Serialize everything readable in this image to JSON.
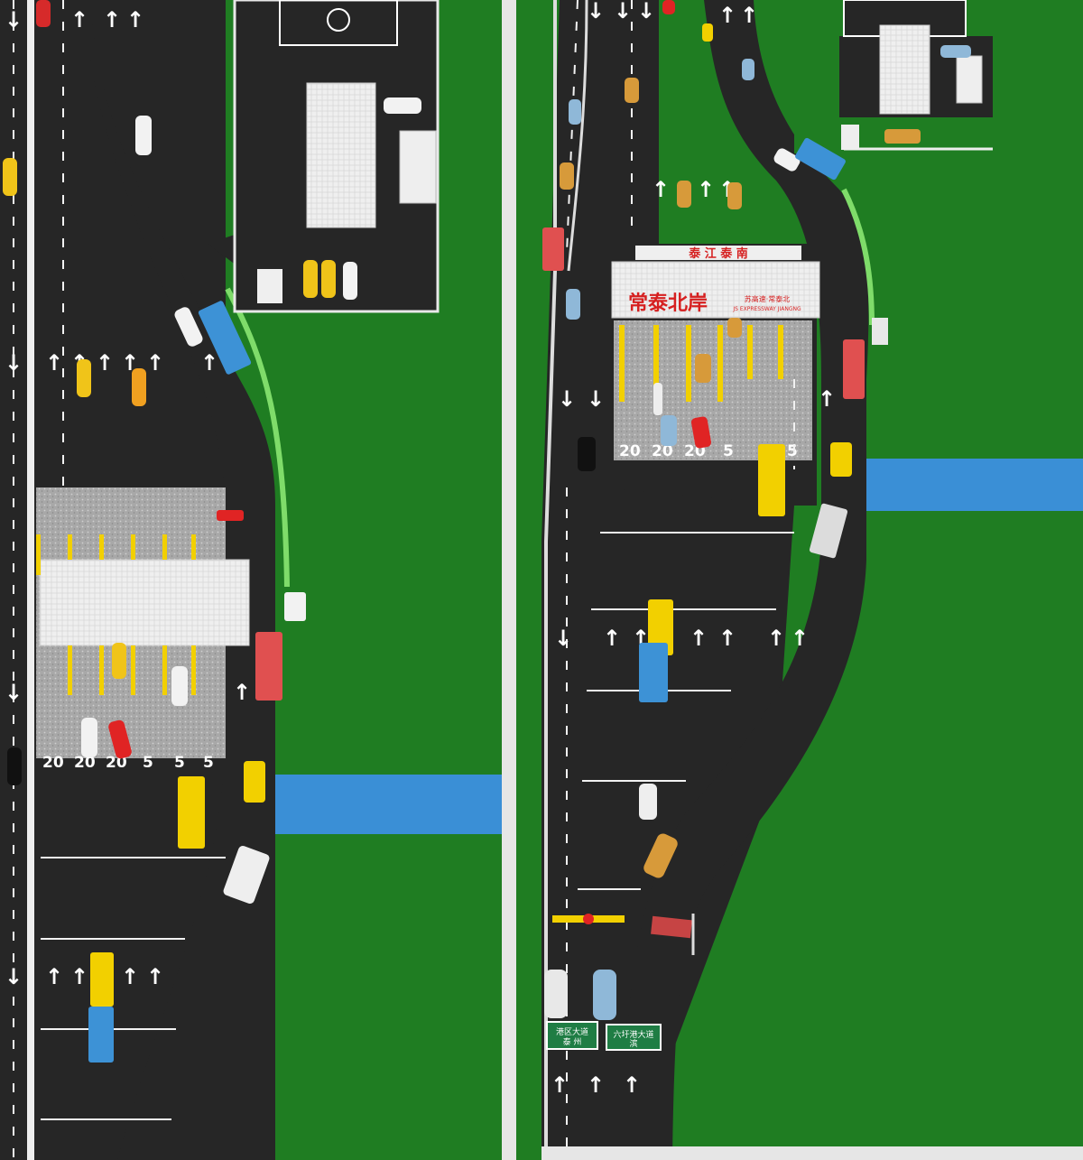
{
  "scene": {
    "description_free": true,
    "grass_color": "#1f7d22",
    "road_color": "#262626",
    "river_color": "#3a8fd6",
    "lane_mark_color": "#f2f2f2",
    "booth_color": "#f2d000"
  },
  "left_panel": {
    "lane_numbers": [
      "20",
      "20",
      "20",
      "5",
      "5",
      "5"
    ]
  },
  "right_panel": {
    "toll_sign_top": "泰 江 泰 南",
    "toll_sign_title": "常泰北岸",
    "toll_sign_sub": "苏高速·常泰北",
    "toll_sign_sub2": "JS EXPRESSWAY JIANGNG",
    "lane_numbers": [
      "20",
      "20",
      "20",
      "5",
      "5"
    ],
    "direction_sign_left_line1": "港区大道",
    "direction_sign_left_line2": "泰 州",
    "direction_sign_right_line1": "六圩港大道",
    "direction_sign_right_line2": "滨"
  }
}
